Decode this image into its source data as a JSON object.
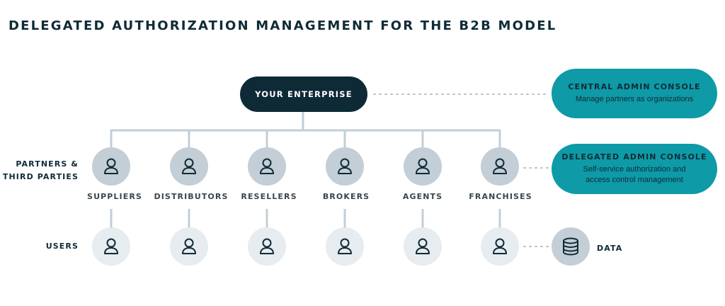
{
  "title": "DELEGATED AUTHORIZATION MANAGEMENT FOR THE B2B MODEL",
  "enterprise": "YOUR ENTERPRISE",
  "central_console": {
    "title": "CENTRAL ADMIN CONSOLE",
    "description": "Manage partners as organizations"
  },
  "delegated_console": {
    "title": "DELEGATED ADMIN CONSOLE",
    "description_line1": "Self-service authorization and",
    "description_line2": "access control management"
  },
  "row_labels": {
    "partners_line1": "PARTNERS &",
    "partners_line2": "THIRD PARTIES",
    "users": "USERS"
  },
  "partners": [
    "SUPPLIERS",
    "DISTRIBUTORS",
    "RESELLERS",
    "BROKERS",
    "AGENTS",
    "FRANCHISES"
  ],
  "data_label": "DATA",
  "colors": {
    "dark_navy": "#0e2a36",
    "teal": "#0e9aa7",
    "partner_circle": "#c3ced6",
    "user_circle": "#e6ecef",
    "connector": "#c3ced6"
  },
  "icons": {
    "partner": "user-icon",
    "user": "user-icon",
    "data": "database-icon"
  }
}
